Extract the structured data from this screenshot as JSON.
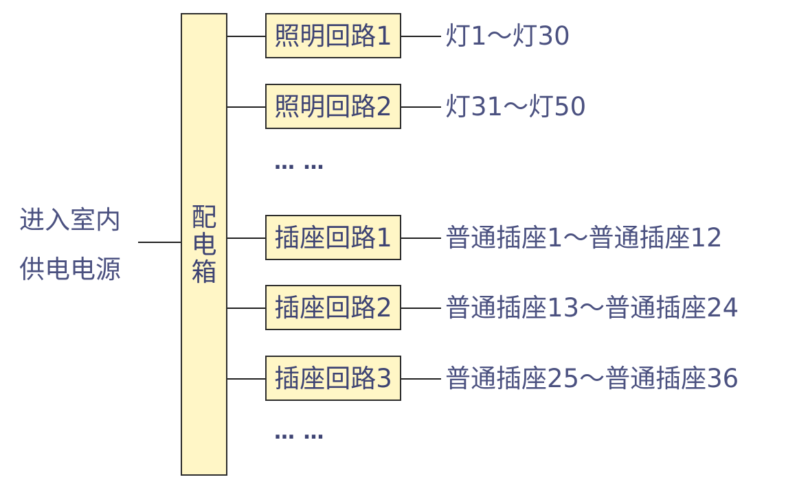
{
  "source": {
    "line1": "进入室内",
    "line2": "供电电源"
  },
  "distribution_box": {
    "chars": [
      "配",
      "电",
      "箱"
    ]
  },
  "circuits": [
    {
      "label": "照明回路1",
      "target": "灯1～灯30"
    },
    {
      "label": "照明回路2",
      "target": "灯31～灯50"
    },
    {
      "label": "插座回路1",
      "target": "普通插座1～普通插座12"
    },
    {
      "label": "插座回路2",
      "target": "普通插座13～普通插座24"
    },
    {
      "label": "插座回路3",
      "target": "普通插座25～普通插座36"
    }
  ],
  "ellipsis": [
    "… …",
    "… …"
  ]
}
